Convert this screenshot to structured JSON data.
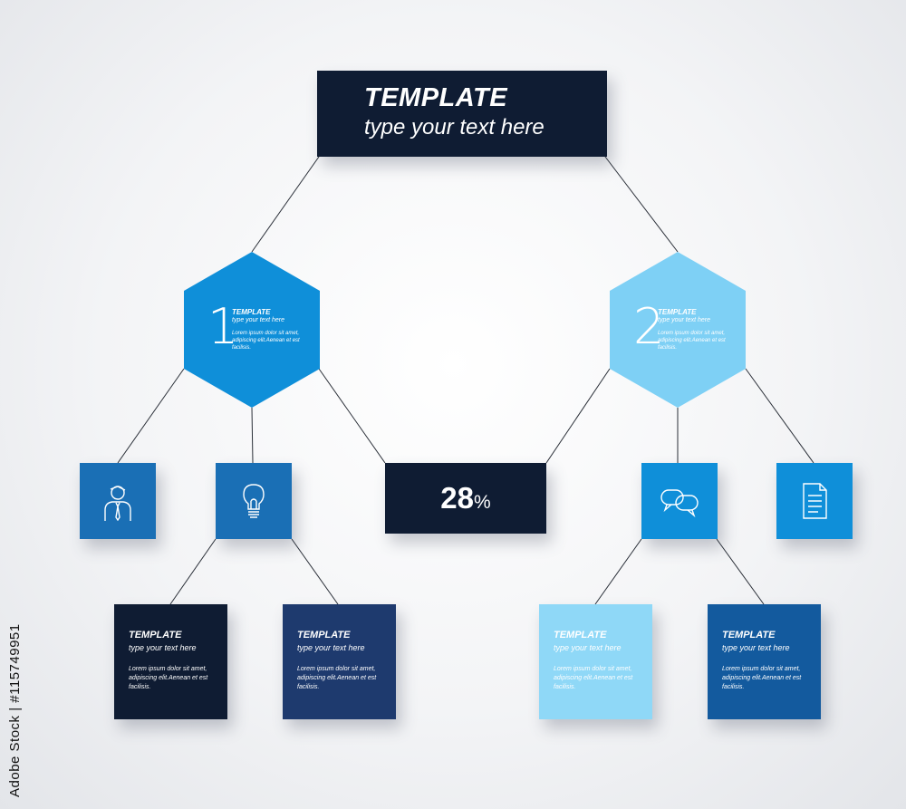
{
  "header": {
    "title": "TEMPLATE",
    "subtitle": "type your text here"
  },
  "hexagons": [
    {
      "number": "1",
      "title": "TEMPLATE",
      "subtitle": "type your text here",
      "body": "Lorem ipsum dolor sit amet, adipiscing elit.Aenean et est facilisis.",
      "color": "#0f8fd9"
    },
    {
      "number": "2",
      "title": "TEMPLATE",
      "subtitle": "type your text here",
      "body": "Lorem ipsum dolor sit amet, adipiscing elit.Aenean et est facilisis.",
      "color": "#7ed0f5"
    }
  ],
  "icons": [
    {
      "icon": "person-with-tie-icon",
      "color": "#1a6fb5"
    },
    {
      "icon": "lightbulb-icon",
      "color": "#1a6fb5"
    },
    {
      "icon": "chat-bubbles-icon",
      "color": "#0f8fd9"
    },
    {
      "icon": "document-icon",
      "color": "#0f8fd9"
    }
  ],
  "percentage": {
    "value": "28",
    "symbol": "%"
  },
  "cards": [
    {
      "title": "TEMPLATE",
      "subtitle": "type your text here",
      "body": "Lorem ipsum dolor sit amet, adipiscing elit.Aenean et est facilisis.",
      "color": "#0f1c33"
    },
    {
      "title": "TEMPLATE",
      "subtitle": "type your text here",
      "body": "Lorem ipsum dolor sit amet, adipiscing elit.Aenean et est facilisis.",
      "color": "#1e3a6e"
    },
    {
      "title": "TEMPLATE",
      "subtitle": "type your text here",
      "body": "Lorem ipsum dolor sit amet, adipiscing elit.Aenean et est facilisis.",
      "color": "#8fd8f7"
    },
    {
      "title": "TEMPLATE",
      "subtitle": "type your text here",
      "body": "Lorem ipsum dolor sit amet, adipiscing elit.Aenean et est facilisis.",
      "color": "#135a9e"
    }
  ],
  "watermark": "Adobe Stock | #115749951",
  "colors": {
    "navy": "#0f1c33",
    "line": "#2a2f38",
    "text_on_light": "#ffffff"
  }
}
